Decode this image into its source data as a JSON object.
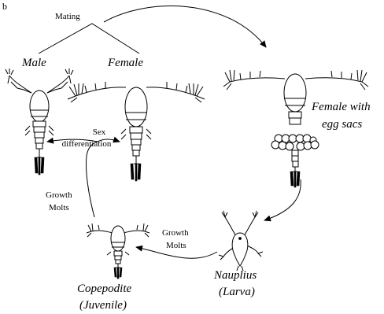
{
  "figure": {
    "panel_label": "b",
    "labels": {
      "mating": "Mating",
      "male": "Male",
      "female": "Female",
      "female_egg_line1": "Female with",
      "female_egg_line2": "egg sacs",
      "nauplius_line1": "Nauplius",
      "nauplius_line2": "(Larva)",
      "copepodite_line1": "Copepodite",
      "copepodite_line2": "(Juvenile)",
      "sex_diff_line1": "Sex",
      "sex_diff_line2": "differentiation",
      "growth_left_line1": "Growth",
      "growth_left_line2": "Molts",
      "growth_bottom_line1": "Growth",
      "growth_bottom_line2": "Molts"
    },
    "stages": [
      "Male",
      "Female",
      "Female with egg sacs",
      "Nauplius (Larva)",
      "Copepodite (Juvenile)"
    ],
    "cycle": [
      "Female with egg sacs",
      "Nauplius (Larva)",
      "Copepodite (Juvenile)",
      "Male",
      "Female"
    ]
  }
}
